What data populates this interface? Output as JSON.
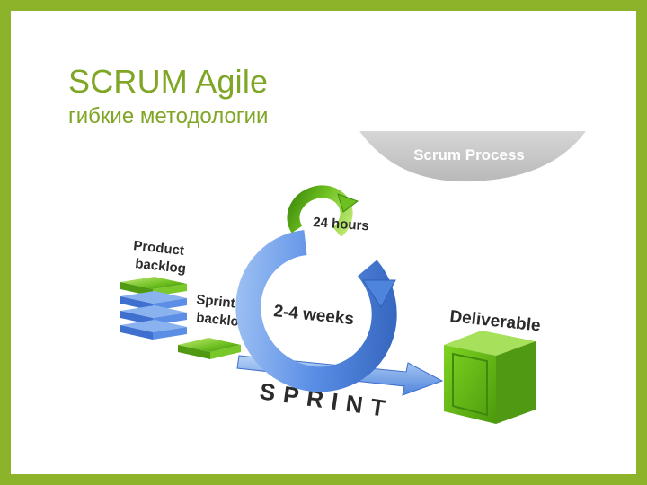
{
  "slide": {
    "title": "SCRUM Agile",
    "subtitle": "гибкие методологии"
  },
  "diagram": {
    "banner": "Scrum Process",
    "daily_cycle": "24 hours",
    "sprint_cycle": "2-4 weeks",
    "product_backlog": [
      "Product",
      "backlog"
    ],
    "sprint_backlog": [
      "Sprint",
      "backlog"
    ],
    "deliverable": "Deliverable",
    "sprint": "SPRINT"
  },
  "colors": {
    "frame": "#8db32a",
    "title": "#7fa624",
    "blue": "#5b8fe6",
    "green": "#6cbf1f",
    "banner": "#c9c9c9"
  }
}
